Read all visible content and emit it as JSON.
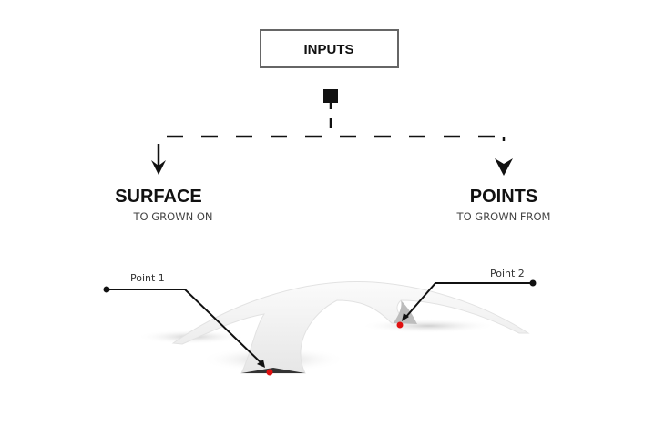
{
  "inputs_label": "INPUTS",
  "surface": {
    "title": "SURFACE",
    "subtitle": "TO GROWN ON"
  },
  "points": {
    "title": "POINTS",
    "subtitle": "TO GROWN FROM"
  },
  "callouts": {
    "point1": "Point 1",
    "point2": "Point 2"
  },
  "colors": {
    "ink": "#111111",
    "marker": "#e01010",
    "surface": "#f4f4f4",
    "shadow": "#d6d6d6"
  }
}
